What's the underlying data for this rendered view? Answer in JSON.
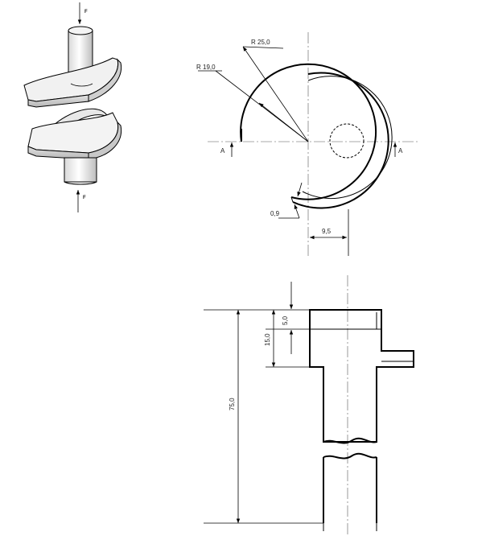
{
  "isometric": {
    "force_top": "F",
    "force_bottom": "F"
  },
  "top_view": {
    "radius_outer": "R 25,0",
    "radius_inner": "R 19,0",
    "section_left": "A",
    "section_right": "A",
    "thickness": "0,9",
    "offset": "9,5"
  },
  "front_view": {
    "dim_small": "5,0",
    "dim_medium": "15,0",
    "dim_total": "75,0"
  }
}
